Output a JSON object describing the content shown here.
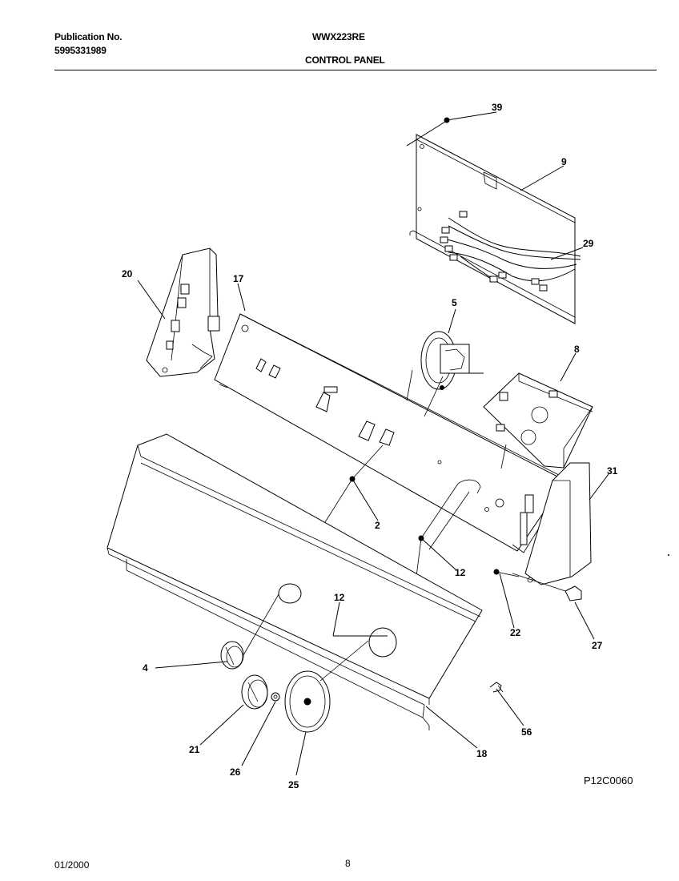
{
  "header": {
    "publication_label": "Publication No.",
    "publication_number": "5995331989",
    "model": "WWX223RE",
    "section_title": "CONTROL PANEL"
  },
  "footer": {
    "date": "01/2000",
    "page": "8"
  },
  "diagram": {
    "reference_code": "P12C0060",
    "callouts": [
      "39",
      "9",
      "29",
      "20",
      "17",
      "5",
      "8",
      "31",
      "2",
      "12",
      "12",
      "22",
      "27",
      "4",
      "21",
      "26",
      "25",
      "18",
      "56"
    ]
  }
}
